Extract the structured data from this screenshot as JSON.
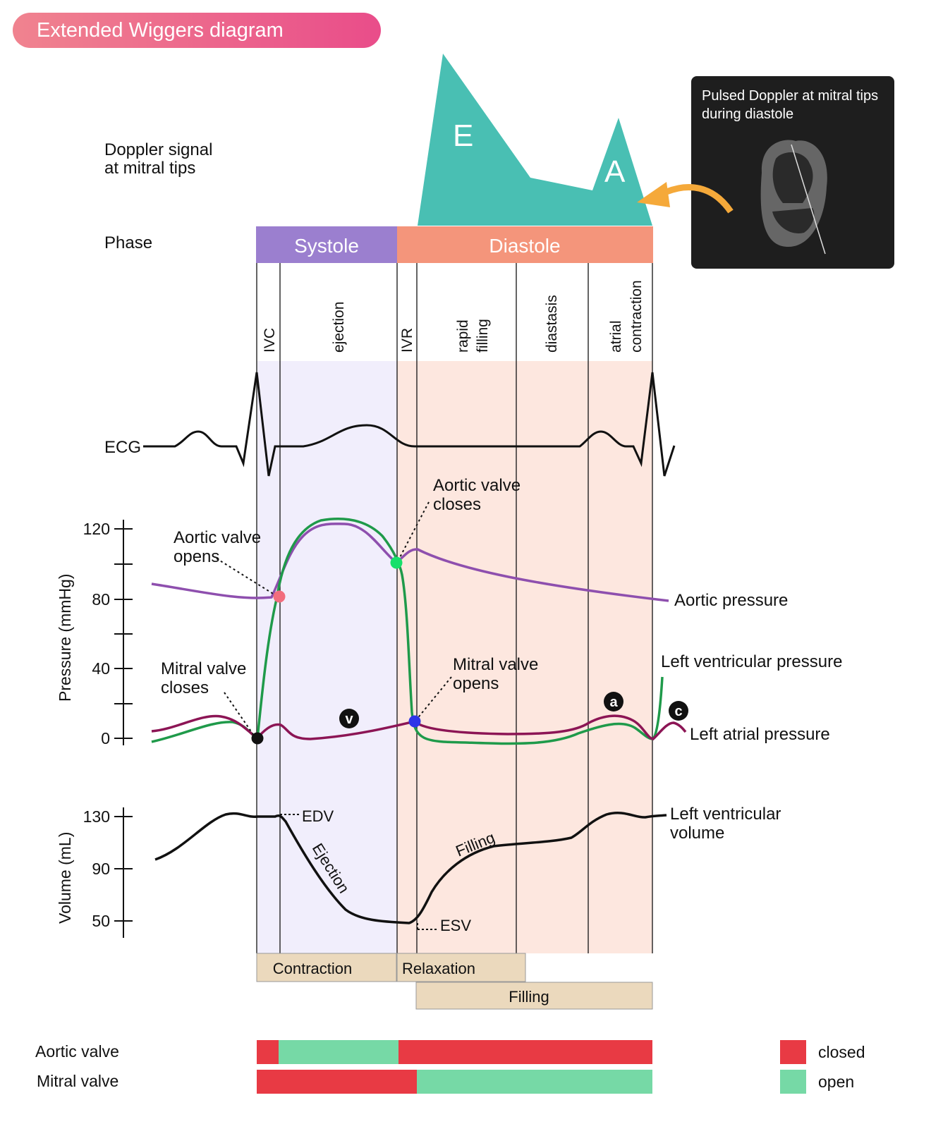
{
  "title": "Extended Wiggers diagram",
  "doppler": {
    "label_line1": "Doppler signal",
    "label_line2": "at mitral tips",
    "wave_e": "E",
    "wave_a": "A",
    "color": "#49bfb3"
  },
  "inset": {
    "line1": "Pulsed Doppler at mitral tips",
    "line2": "during diastole",
    "icon": "heart-echo-icon",
    "arrow_color": "#f5a93a"
  },
  "phase": {
    "label": "Phase",
    "systole": "Systole",
    "diastole": "Diastole",
    "systole_color": "#9b7fcf",
    "diastole_color": "#f4957b"
  },
  "subphases": [
    "IVC",
    "ejection",
    "IVR",
    "rapid filling",
    "diastasis",
    "atrial contraction"
  ],
  "ecg_label": "ECG",
  "pressure": {
    "axis_label": "Pressure (mmHg)",
    "ticks": [
      "120",
      "80",
      "40",
      "0"
    ],
    "aortic_label": "Aortic pressure",
    "lv_label": "Left ventricular pressure",
    "la_label": "Left atrial pressure",
    "aortic_opens_1": "Aortic valve",
    "aortic_opens_2": "opens",
    "aortic_closes_1": "Aortic valve",
    "aortic_closes_2": "closes",
    "mitral_closes_1": "Mitral valve",
    "mitral_closes_2": "closes",
    "mitral_opens_1": "Mitral valve",
    "mitral_opens_2": "opens",
    "wave_v": "v",
    "wave_a": "a",
    "wave_c": "c",
    "aortic_color": "#8e4fae",
    "lv_color": "#1f9a4a",
    "la_color": "#8c1555"
  },
  "volume": {
    "axis_label": "Volume (mL)",
    "ticks": [
      "130",
      "90",
      "50"
    ],
    "curve_label_1": "Left ventricular",
    "curve_label_2": "volume",
    "edv": "EDV",
    "esv": "ESV",
    "ejection": "Ejection",
    "filling": "Filling"
  },
  "bars": {
    "contraction": "Contraction",
    "relaxation": "Relaxation",
    "filling": "Filling"
  },
  "valves": {
    "aortic": "Aortic valve",
    "mitral": "Mitral valve",
    "closed": "closed",
    "open": "open",
    "closed_color": "#e83a44",
    "open_color": "#76d9a6"
  }
}
